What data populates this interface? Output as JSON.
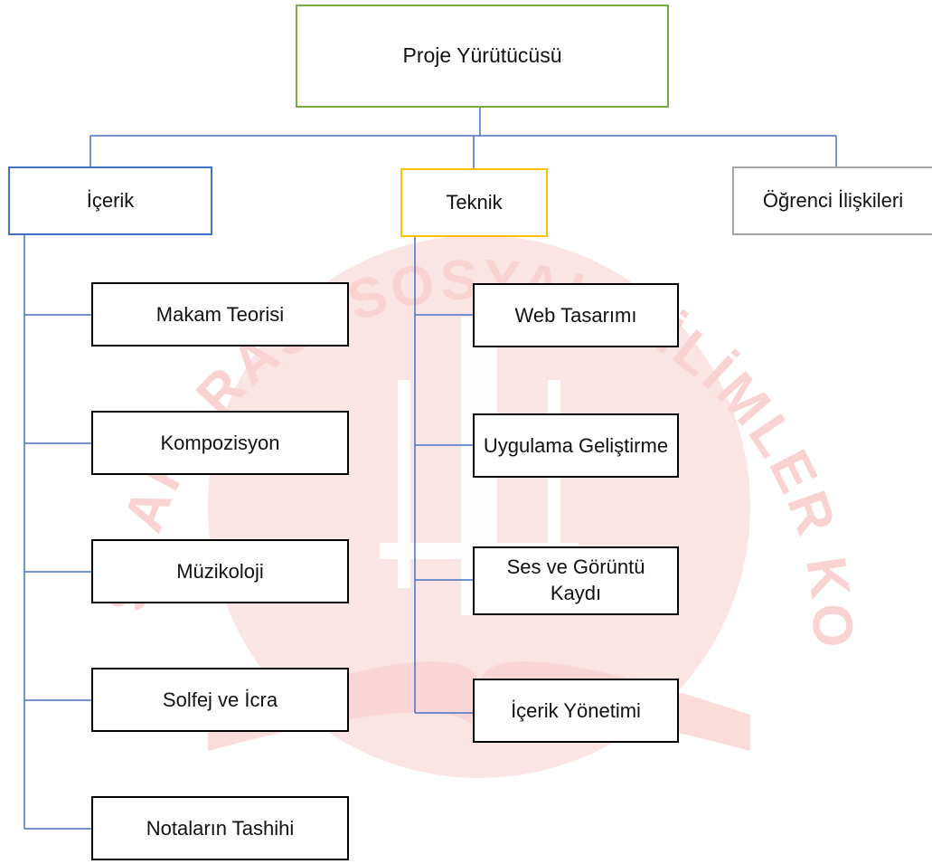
{
  "root": {
    "label": "Proje Yürütücüsü"
  },
  "categories": {
    "icerik": {
      "label": "İçerik",
      "color": "#4472c4"
    },
    "teknik": {
      "label": "Teknik",
      "color": "#ffc000"
    },
    "ogrenci": {
      "label": "Öğrenci İlişkileri",
      "color": "#a5a5a5"
    }
  },
  "icerik_items": [
    "Makam Teorisi",
    "Kompozisyon",
    "Müzikoloji",
    "Solfej ve İcra",
    "Notaların Tashihi"
  ],
  "teknik_items": [
    {
      "lines": [
        "Web Tasarımı"
      ]
    },
    {
      "lines": [
        "Uygulama Geliştirme"
      ]
    },
    {
      "lines": [
        "Ses ve Görüntü",
        "Kaydı"
      ]
    },
    {
      "lines": [
        "İçerik Yönetimi"
      ]
    }
  ],
  "watermark": {
    "text": "EGE ULUSLARARASI SOSYAL BİLİMLER KONGRESİ",
    "color": "#e53935"
  },
  "connector_color": "#4472c4",
  "root_border_color": "#70ad47"
}
